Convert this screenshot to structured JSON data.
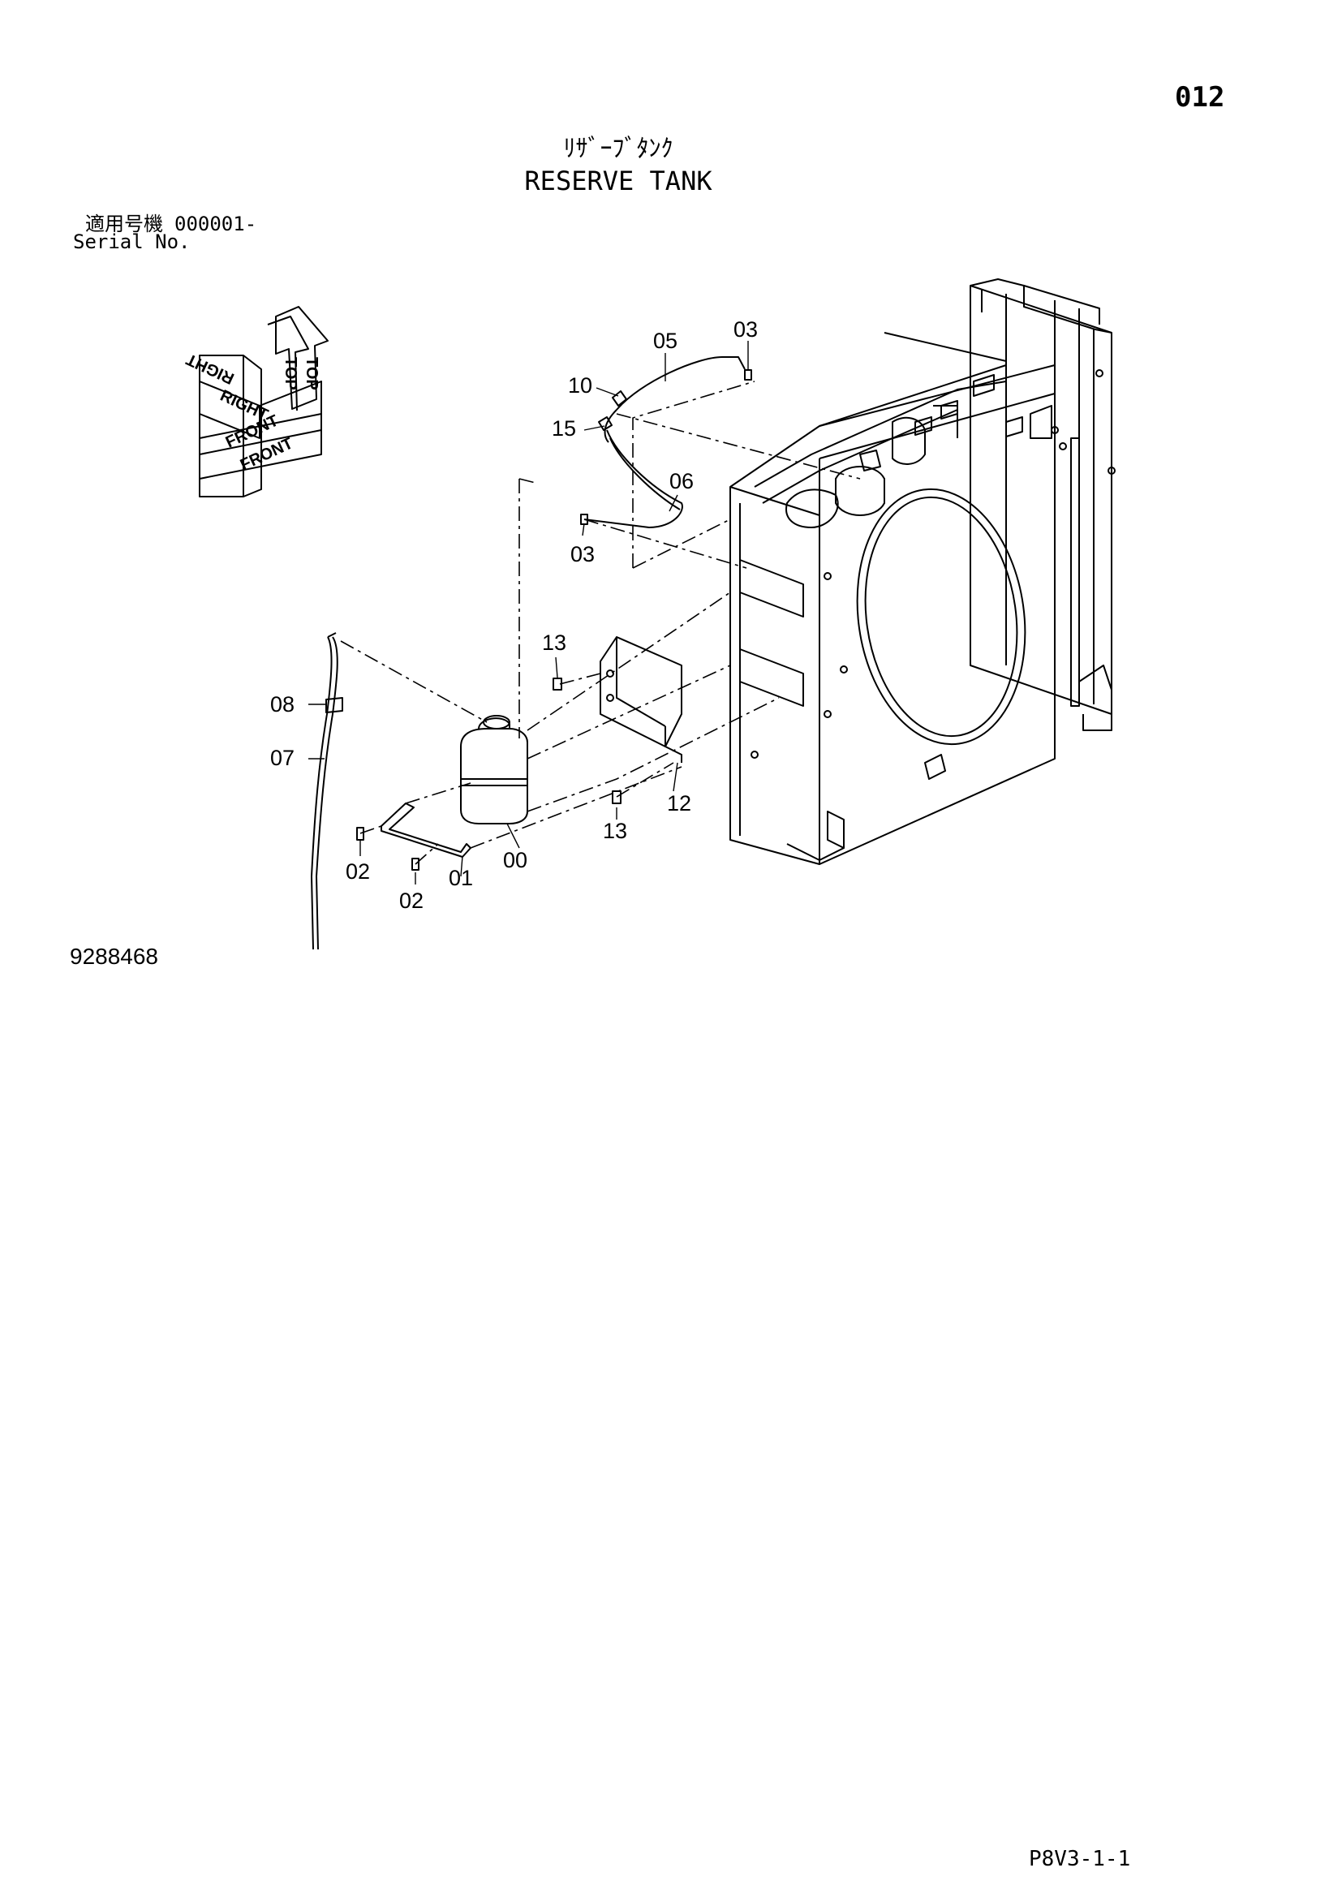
{
  "header": {
    "page_number": "012",
    "title_jp": "ﾘｻﾞｰﾌﾞﾀﾝｸ",
    "title_en": "RESERVE TANK"
  },
  "serial": {
    "label_jp": "適用号機",
    "value": "000001-",
    "label_en": "Serial No."
  },
  "orientation": {
    "top_1": "TOP",
    "top_2": "TOP",
    "right_1": "RIGHT",
    "right_2": "RIGHT",
    "front_1": "FRONT",
    "front_2": "FRONT"
  },
  "callouts": {
    "c00": "00",
    "c01": "01",
    "c02a": "02",
    "c02b": "02",
    "c03a": "03",
    "c03b": "03",
    "c05": "05",
    "c06": "06",
    "c07": "07",
    "c08": "08",
    "c10": "10",
    "c12": "12",
    "c13a": "13",
    "c13b": "13",
    "c15": "15"
  },
  "footer": {
    "figure_id": "9288468",
    "sheet_code": "P8V3-1-1"
  }
}
